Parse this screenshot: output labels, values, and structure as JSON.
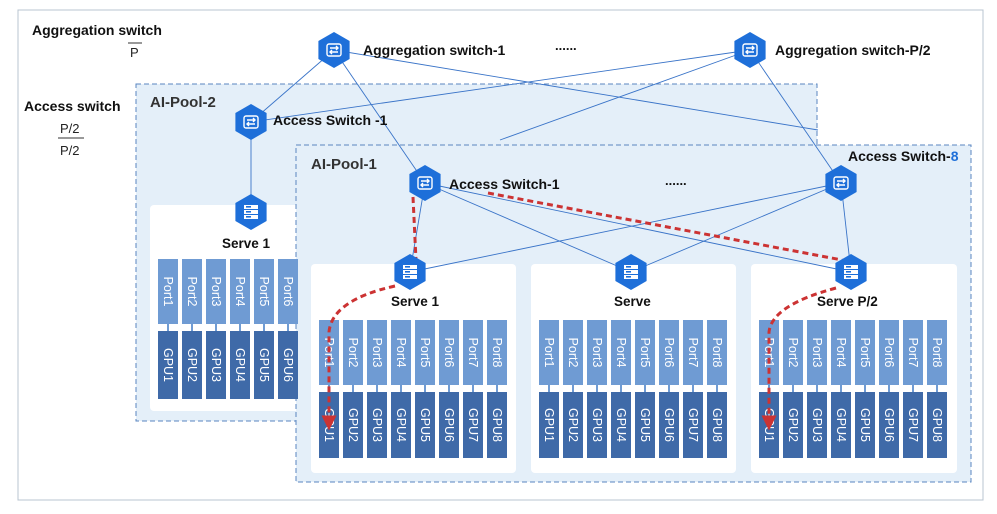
{
  "left_labels": {
    "aggregation_title": "Aggregation switch",
    "aggregation_ratio": "P",
    "access_title": "Access switch",
    "access_ratio_top": "P/2",
    "access_ratio_bottom": "P/2"
  },
  "aggregation": {
    "switch_first": "Aggregation switch-1",
    "ellipsis": "......",
    "switch_last": "Aggregation switch-P/2"
  },
  "pool2": {
    "title": "AI-Pool-2",
    "access_switch": "Access Switch -1",
    "server": "Serve 1",
    "ports": [
      "Port1",
      "Port2",
      "Port3",
      "Port4",
      "Port5",
      "Port6"
    ],
    "gpus": [
      "GPU1",
      "GPU2",
      "GPU3",
      "GPU4",
      "GPU5",
      "GPU6"
    ]
  },
  "pool1": {
    "title": "AI-Pool-1",
    "access_first": "Access Switch-1",
    "ellipsis": "......",
    "access_last_prefix": "Access Switch-",
    "access_last_num": "8",
    "servers": [
      {
        "label": "Serve 1",
        "ports": [
          "Port1",
          "Port2",
          "Port3",
          "Port4",
          "Port5",
          "Port6",
          "Port7",
          "Port8"
        ],
        "gpus": [
          "GPU1",
          "GPU2",
          "GPU3",
          "GPU4",
          "GPU5",
          "GPU6",
          "GPU7",
          "GPU8"
        ]
      },
      {
        "label": "Serve",
        "ports": [
          "Port1",
          "Port2",
          "Port3",
          "Port4",
          "Port5",
          "Port6",
          "Port7",
          "Port8"
        ],
        "gpus": [
          "GPU1",
          "GPU2",
          "GPU3",
          "GPU4",
          "GPU5",
          "GPU6",
          "GPU7",
          "GPU8"
        ]
      },
      {
        "label": "Serve P/2",
        "ports": [
          "Port1",
          "Port2",
          "Port3",
          "Port4",
          "Port5",
          "Port6",
          "Port7",
          "Port8"
        ],
        "gpus": [
          "GPU1",
          "GPU2",
          "GPU3",
          "GPU4",
          "GPU5",
          "GPU6",
          "GPU7",
          "GPU8"
        ]
      }
    ]
  },
  "colors": {
    "switch_blue": "#1e6fd9",
    "port_blue": "#6f9bd3",
    "gpu_blue": "#3f6aa8",
    "pool_fill": "#e4eff9",
    "pool_border": "#5a86c0",
    "path_red": "#cc3333",
    "accent_num": "#1e6fd9"
  }
}
